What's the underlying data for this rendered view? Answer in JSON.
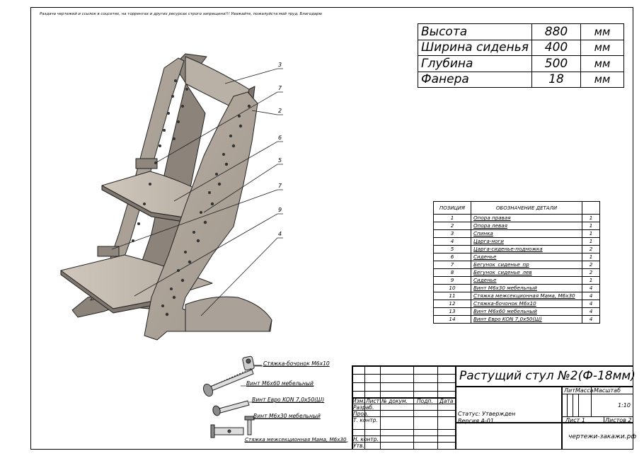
{
  "notice": "Раздача чертежей и ссылок в соцсетях, на торрентах и других ресурсах строго запрещена!!! Уважайте, пожалуйста мой труд. Благодарю",
  "dimensions": [
    {
      "name": "Высота",
      "value": "880",
      "unit": "мм"
    },
    {
      "name": "Ширина сиденья",
      "value": "400",
      "unit": "мм"
    },
    {
      "name": "Глубина",
      "value": "500",
      "unit": "мм"
    },
    {
      "name": "Фанера",
      "value": "18",
      "unit": "мм"
    }
  ],
  "parts_table": {
    "headers": [
      "ПОЗИЦИЯ",
      "ОБОЗНАЧЕНИЕ ДЕТАЛИ",
      ""
    ],
    "rows": [
      {
        "pos": "1",
        "name": "Опора правая",
        "qty": "1"
      },
      {
        "pos": "2",
        "name": "Опора левая",
        "qty": "1"
      },
      {
        "pos": "3",
        "name": "Спинка",
        "qty": "1"
      },
      {
        "pos": "4",
        "name": "Царга-ноги",
        "qty": "1"
      },
      {
        "pos": "5",
        "name": "Царга-сиденье-подножка",
        "qty": "2"
      },
      {
        "pos": "6",
        "name": "Сиденье",
        "qty": "1"
      },
      {
        "pos": "7",
        "name": "Бегунок_сиденье_пр",
        "qty": "2"
      },
      {
        "pos": "8",
        "name": "Бегунок_сиденье_лев",
        "qty": "2"
      },
      {
        "pos": "9",
        "name": "Сиденье",
        "qty": "1"
      },
      {
        "pos": "10",
        "name": "Винт М6х30 мебельный",
        "qty": "4"
      },
      {
        "pos": "11",
        "name": "Стяжка межсекционная Мама, М6х30",
        "qty": "4"
      },
      {
        "pos": "12",
        "name": "Стяжка-бочонок М6х10",
        "qty": "4"
      },
      {
        "pos": "13",
        "name": "Винт М6х60 мебельный",
        "qty": "4"
      },
      {
        "pos": "14",
        "name": "Винт Евро KON 7,0х50(Ш)",
        "qty": "4"
      }
    ]
  },
  "callouts": [
    "3",
    "7",
    "2",
    "6",
    "5",
    "7",
    "9",
    "4"
  ],
  "hardware_labels": [
    "Стяжка-бочонок М6х10",
    "Винт М6х60 мебельный",
    "Винт Евро KON 7,0х50(Ш)",
    "Винт М6х30 мебельный",
    "Стяжка межсекционная Мама, М6х30"
  ],
  "title_block": {
    "title": "Растущий стул №2(Ф-18мм)",
    "col_headers": [
      "Изм.",
      "Лист",
      "№ докум.",
      "Подп.",
      "Дата"
    ],
    "row_labels": [
      "Разраб.",
      "Пров.",
      "Т. контр.",
      "Н. контр.",
      "Утв."
    ],
    "status": "Статус: Утвержден",
    "version": "Версия А-01",
    "lit": "Лит.",
    "mass": "Масса",
    "scale": "Масштаб",
    "scale_value": "1:10",
    "sheet": "Лист 1",
    "sheets": "Листов 2",
    "site": "чертежи-закажи.рф"
  }
}
